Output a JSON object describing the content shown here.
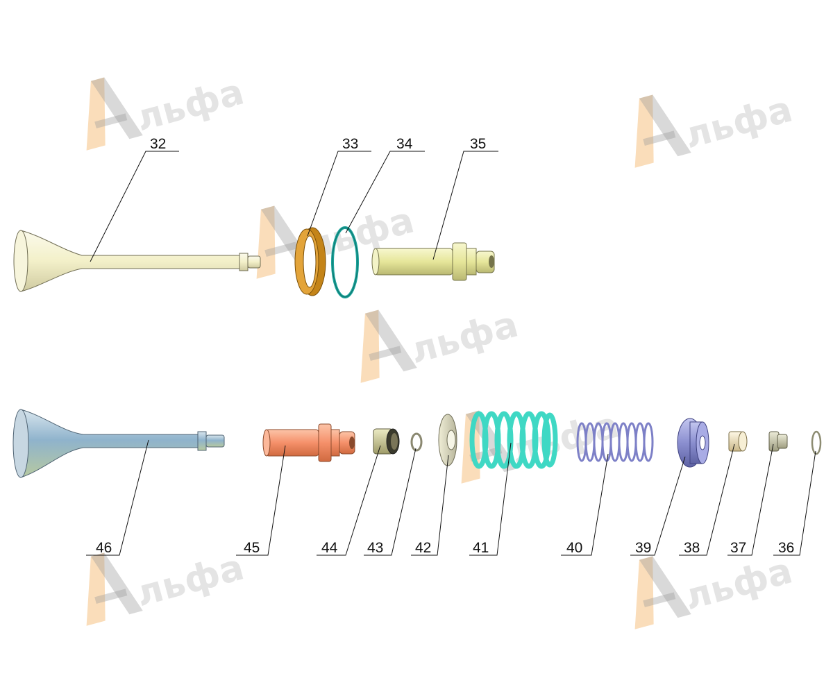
{
  "watermark": {
    "brand_text": "льфа",
    "logo_colors": {
      "orange": "#f2a64a",
      "gray": "#9a9a9a"
    }
  },
  "callouts": {
    "c32": "32",
    "c33": "33",
    "c34": "34",
    "c35": "35",
    "c36": "36",
    "c37": "37",
    "c38": "38",
    "c39": "39",
    "c40": "40",
    "c41": "41",
    "c42": "42",
    "c43": "43",
    "c44": "44",
    "c45": "45",
    "c46": "46"
  },
  "part_colors": {
    "exhaust_valve": "#f3f0c9",
    "ring_bronze": "#c48418",
    "wire_ring": "#1aa39a",
    "guide_upper": "#e6e69a",
    "intake_valve": "#8fb3cc",
    "guide_lower": "#f5906a",
    "seal": "#c8c48c",
    "outer_spring": "#3fd8c4",
    "inner_spring": "#7d80c7",
    "retainer": "#8b8fd0",
    "cap": "#f0e3c0",
    "lock": "#c4c4aa"
  }
}
